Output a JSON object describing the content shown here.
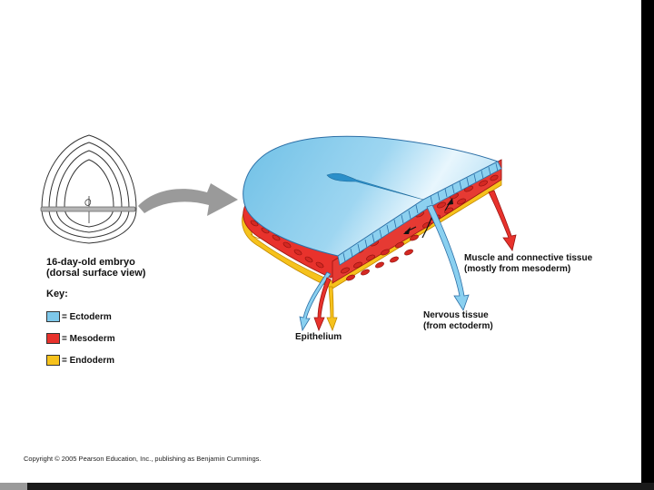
{
  "labels": {
    "embryo_line1": "16-day-old embryo",
    "embryo_line2": "(dorsal surface view)",
    "muscle_line1": "Muscle and connective tissue",
    "muscle_line2": "(mostly from mesoderm)",
    "nervous_line1": "Nervous tissue",
    "nervous_line2": "(from ectoderm)",
    "epithelium": "Epithelium"
  },
  "key": {
    "title": "Key:",
    "items": [
      {
        "label": "= Ectoderm",
        "color": "#7ec8ea"
      },
      {
        "label": "= Mesoderm",
        "color": "#e8322c"
      },
      {
        "label": "= Endoderm",
        "color": "#f6c21c"
      }
    ]
  },
  "copyright": "Copyright © 2005 Pearson Education, Inc., publishing as Benjamin Cummings."
}
